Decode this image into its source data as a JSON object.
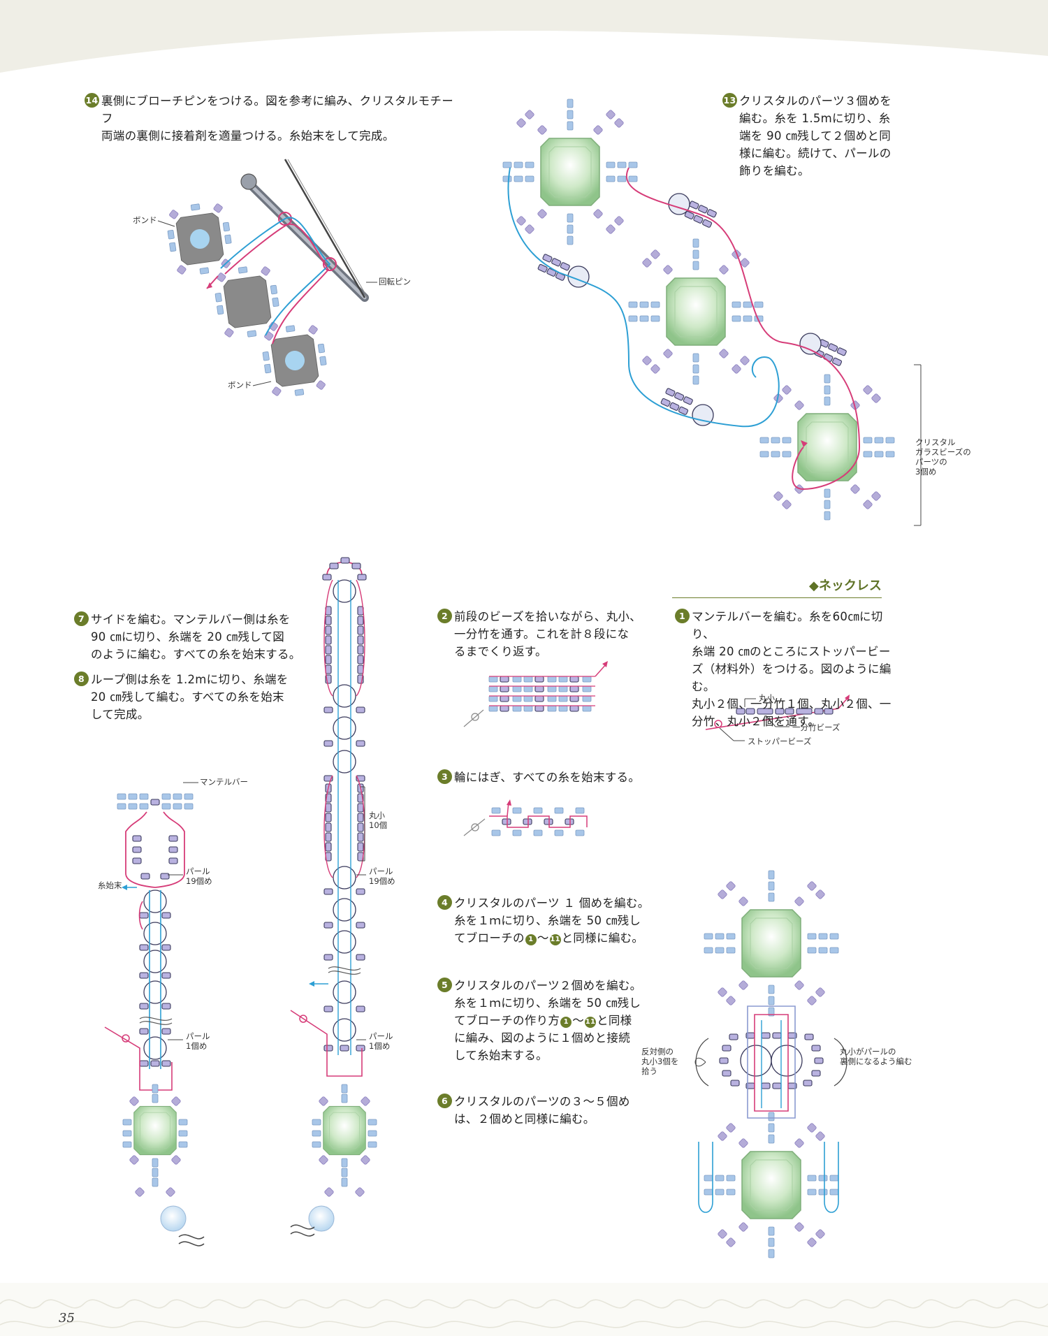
{
  "page_number": "35",
  "section_title": "◆ネックレス",
  "steps": [
    {
      "num": "14",
      "lines": [
        "裏側にブローチピンをつける。図を参考に編み、クリスタルモチーフ",
        "両端の裏側に接着剤を適量つける。糸始末をして完成。"
      ]
    },
    {
      "num": "13",
      "lines": [
        "クリスタルのパーツ３個めを",
        "編む。糸を 1.5mに切り、糸",
        "端を 90 ㎝残して２個めと同",
        "様に編む。続けて、パールの",
        "飾りを編む。"
      ]
    },
    {
      "num": "7",
      "lines": [
        "サイドを編む。マンテルバー側は糸を",
        "90 ㎝に切り、糸端を 20 ㎝残して図",
        "のように編む。すべての糸を始末する。"
      ]
    },
    {
      "num": "8",
      "lines": [
        "ループ側は糸を 1.2mに切り、糸端を",
        "20 ㎝残して編む。すべての糸を始末",
        "して完成。"
      ]
    },
    {
      "num": "2",
      "lines": [
        "前段のビーズを拾いながら、丸小、",
        "一分竹を通す。これを計８段にな",
        "るまでくり返す。"
      ]
    },
    {
      "num": "3",
      "lines": [
        "輪にはぎ、すべての糸を始末する。"
      ]
    },
    {
      "num": "4",
      "line1": "クリスタルのパーツ １ 個めを編む。",
      "line2": "糸を１ｍに切り、糸端を 50 ㎝残し",
      "line3_pre": "てブローチの",
      "ref_a": "1",
      "tilde": "～",
      "ref_b": "11",
      "line3_post": "と同様に編む。"
    },
    {
      "num": "5",
      "line1": "クリスタルのパーツ２個めを編む。",
      "line2": "糸を１ｍに切り、糸端を 50 ㎝残し",
      "line3_pre": "てブローチの作り方",
      "ref_a": "1",
      "tilde": "～",
      "ref_b": "11",
      "line3_post": "と同様",
      "line4": "に編み、図のように１個めと接続",
      "line5": "して糸始末する。"
    },
    {
      "num": "6",
      "lines": [
        "クリスタルのパーツの３～５個め",
        "は、２個めと同様に編む。"
      ]
    },
    {
      "num": "1",
      "lines": [
        "マンテルバーを編む。糸を60㎝に切り、",
        "糸端 20 ㎝のところにストッパービー",
        "ズ（材料外）をつける。図のように編む。",
        "丸小２個、一分竹１個、丸小２個、一",
        "分竹、丸小２個を通す。"
      ]
    }
  ],
  "labels": {
    "bond_top": "ボンド",
    "bond_bottom": "ボンド",
    "pin": "回転ピン",
    "crystal_3rd": "クリスタル\nガラスビーズの\nパーツの\n3個め",
    "mantel_bar": "マンテルバー",
    "pearl19_a": "パール\n19個め",
    "thread_end": "糸始末",
    "pearl1_a": "パール\n1個め",
    "maru10": "丸小\n10個",
    "pearl19_b": "パール\n19個め",
    "pearl1_b": "パール\n1個め",
    "maru": "丸小",
    "ichibu": "一分竹ビーズ",
    "stopper": "ストッパービーズ",
    "opposite": "反対側の\n丸小3個を\n拾う",
    "maru_back": "丸小がパールの\n裏側になるよう編む"
  },
  "colors": {
    "accent": "#6b7d2a",
    "thread_pink": "#d63c78",
    "thread_blue": "#2d9fd4",
    "bead_blue": "#a8c6e8",
    "bead_purple": "#aaa2d4",
    "crystal": "#bfe0b8"
  }
}
